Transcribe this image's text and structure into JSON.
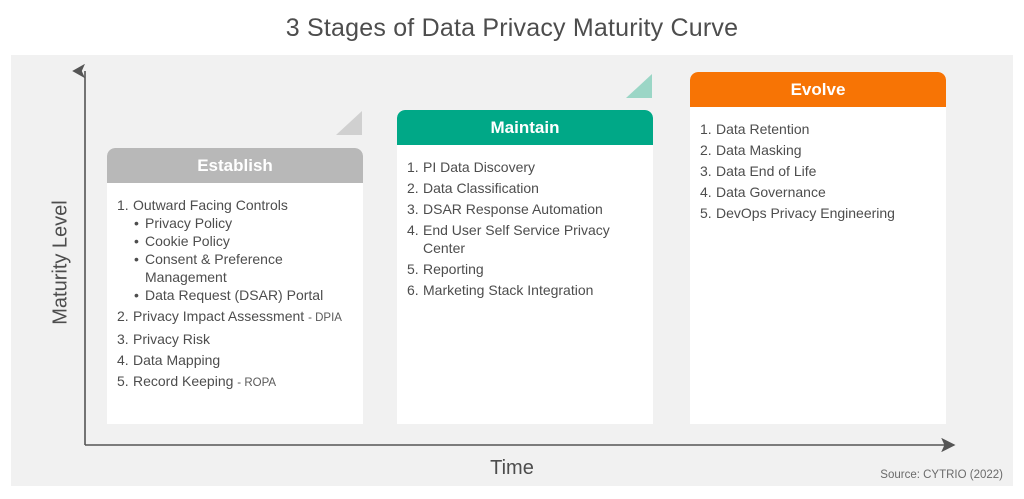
{
  "title": "3 Stages of Data Privacy Maturity Curve",
  "axes": {
    "y_label": "Maturity Level",
    "x_label": "Time"
  },
  "source": "Source: CYTRIO (2022)",
  "colors": {
    "establish": "#B8B8B8",
    "establish_fold": "#D0D0D0",
    "maintain": "#00A887",
    "maintain_fold": "#9BD6C6",
    "evolve": "#F77405",
    "background": "#F1F1F1",
    "card": "#FFFFFF",
    "text": "#4D4D4D"
  },
  "stages": [
    {
      "name": "Establish",
      "items": [
        {
          "num": "1.",
          "text": "Outward Facing Controls",
          "subitems": [
            "Privacy Policy",
            "Cookie Policy",
            "Consent & Preference Management",
            "Data Request (DSAR) Portal"
          ]
        },
        {
          "num": "2.",
          "text": "Privacy Impact Assessment",
          "note": "- DPIA"
        },
        {
          "num": "3.",
          "text": "Privacy Risk"
        },
        {
          "num": "4.",
          "text": "Data Mapping"
        },
        {
          "num": "5.",
          "text": "Record Keeping",
          "note": "- ROPA"
        }
      ]
    },
    {
      "name": "Maintain",
      "items": [
        {
          "num": "1.",
          "text": "PI Data Discovery"
        },
        {
          "num": "2.",
          "text": "Data Classification"
        },
        {
          "num": "3.",
          "text": "DSAR Response Automation"
        },
        {
          "num": "4.",
          "text": "End User Self Service Privacy Center"
        },
        {
          "num": "5.",
          "text": "Reporting"
        },
        {
          "num": "6.",
          "text": "Marketing Stack Integration"
        }
      ]
    },
    {
      "name": "Evolve",
      "items": [
        {
          "num": "1.",
          "text": "Data Retention"
        },
        {
          "num": "2.",
          "text": "Data Masking"
        },
        {
          "num": "3.",
          "text": "Data End of Life"
        },
        {
          "num": "4.",
          "text": "Data Governance"
        },
        {
          "num": "5.",
          "text": "DevOps Privacy Engineering"
        }
      ]
    }
  ]
}
